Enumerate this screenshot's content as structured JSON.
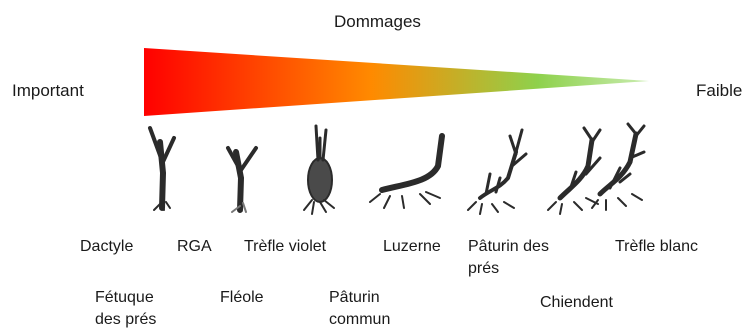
{
  "diagram": {
    "title": "Dommages",
    "scale": {
      "left_label": "Important",
      "right_label": "Faible",
      "gradient_colors": [
        "#ff0000",
        "#ff8a00",
        "#8ed14c",
        "#c9ecb0"
      ]
    },
    "species_row1": [
      {
        "lines": [
          "Dactyle"
        ]
      },
      {
        "lines": [
          "RGA"
        ]
      },
      {
        "lines": [
          "Trèfle violet"
        ]
      },
      {
        "lines": [
          "Luzerne"
        ]
      },
      {
        "lines": [
          "Pâturin des",
          "prés"
        ]
      },
      {
        "lines": [
          "Trèfle blanc"
        ]
      }
    ],
    "species_row2": [
      {
        "lines": [
          "Fétuque",
          "des prés"
        ]
      },
      {
        "lines": [
          "Fléole"
        ]
      },
      {
        "lines": [
          "Pâturin",
          "commun"
        ]
      },
      {
        "lines": [
          "Chiendent"
        ]
      }
    ]
  }
}
